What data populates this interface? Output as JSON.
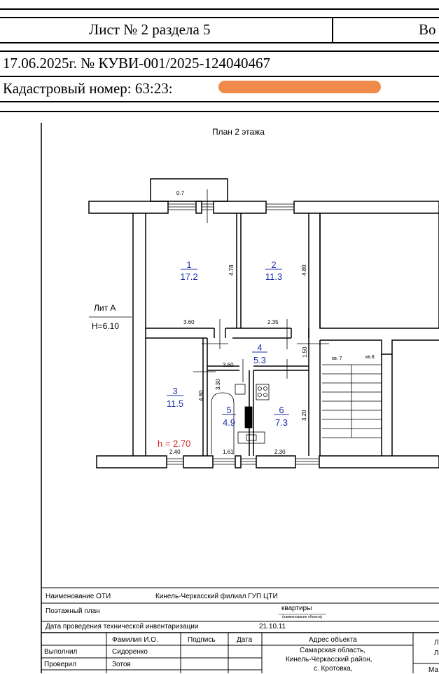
{
  "header": {
    "sheet_label": "Лист № 2 раздела 5",
    "sheet_right_fragment": "Во",
    "doc_date_number": "17.06.2025г. № КУВИ-001/2025-124040467",
    "cadastral_prefix": "Кадастровый номер: 63:23:",
    "redaction_color": "#f08a4b"
  },
  "plan": {
    "title": "План 2 этажа",
    "lit": "Лит А",
    "height": "H=6.10",
    "ceiling": "h = 2.70",
    "ceiling_color": "#d62828",
    "room_color": "#1b2fa8",
    "balcony": "0.7",
    "rooms": [
      {
        "num": "1",
        "area": "17.2"
      },
      {
        "num": "2",
        "area": "11.3"
      },
      {
        "num": "3",
        "area": "11.5"
      },
      {
        "num": "4",
        "area": "5.3"
      },
      {
        "num": "5",
        "area": "4.9"
      },
      {
        "num": "6",
        "area": "7.3"
      }
    ],
    "dims": {
      "d478": "4.78",
      "d480a": "4.80",
      "d360a": "3.60",
      "d235": "2.35",
      "d150": "1.50",
      "d360b": "3.60",
      "d330": "3.30",
      "d480b": "4.80",
      "d320": "3.20",
      "d240": "2.40",
      "d161": "1.61",
      "d230": "2.30"
    },
    "kv7": "кв. 7",
    "kv8": "кв.8"
  },
  "title_block": {
    "oti_label": "Наименование ОТИ",
    "oti_value": "Кинель-Черкасский филиал ГУП ЦТИ",
    "plan_label": "Поэтажный план",
    "plan_value": "квартиры",
    "plan_caption": "(наименование объекта)",
    "inv_label": "Дата проведения технической инвентаризации",
    "inv_date": "21.10.11",
    "col_fio": "Фамилия И.О.",
    "col_sign": "Подпись",
    "col_date": "Дата",
    "col_address": "Адрес объекта",
    "row1_role": "Выполнил",
    "row1_name": "Сидоренко",
    "row2_role": "Проверил",
    "row2_name": "Зотов",
    "address_l1": "Самарская область,",
    "address_l2": "Кинель-Черкасский район,",
    "address_l3": "с. Кротовка,",
    "right_frag1": "Л",
    "right_frag2": "Л",
    "right_frag3": "Ма"
  }
}
